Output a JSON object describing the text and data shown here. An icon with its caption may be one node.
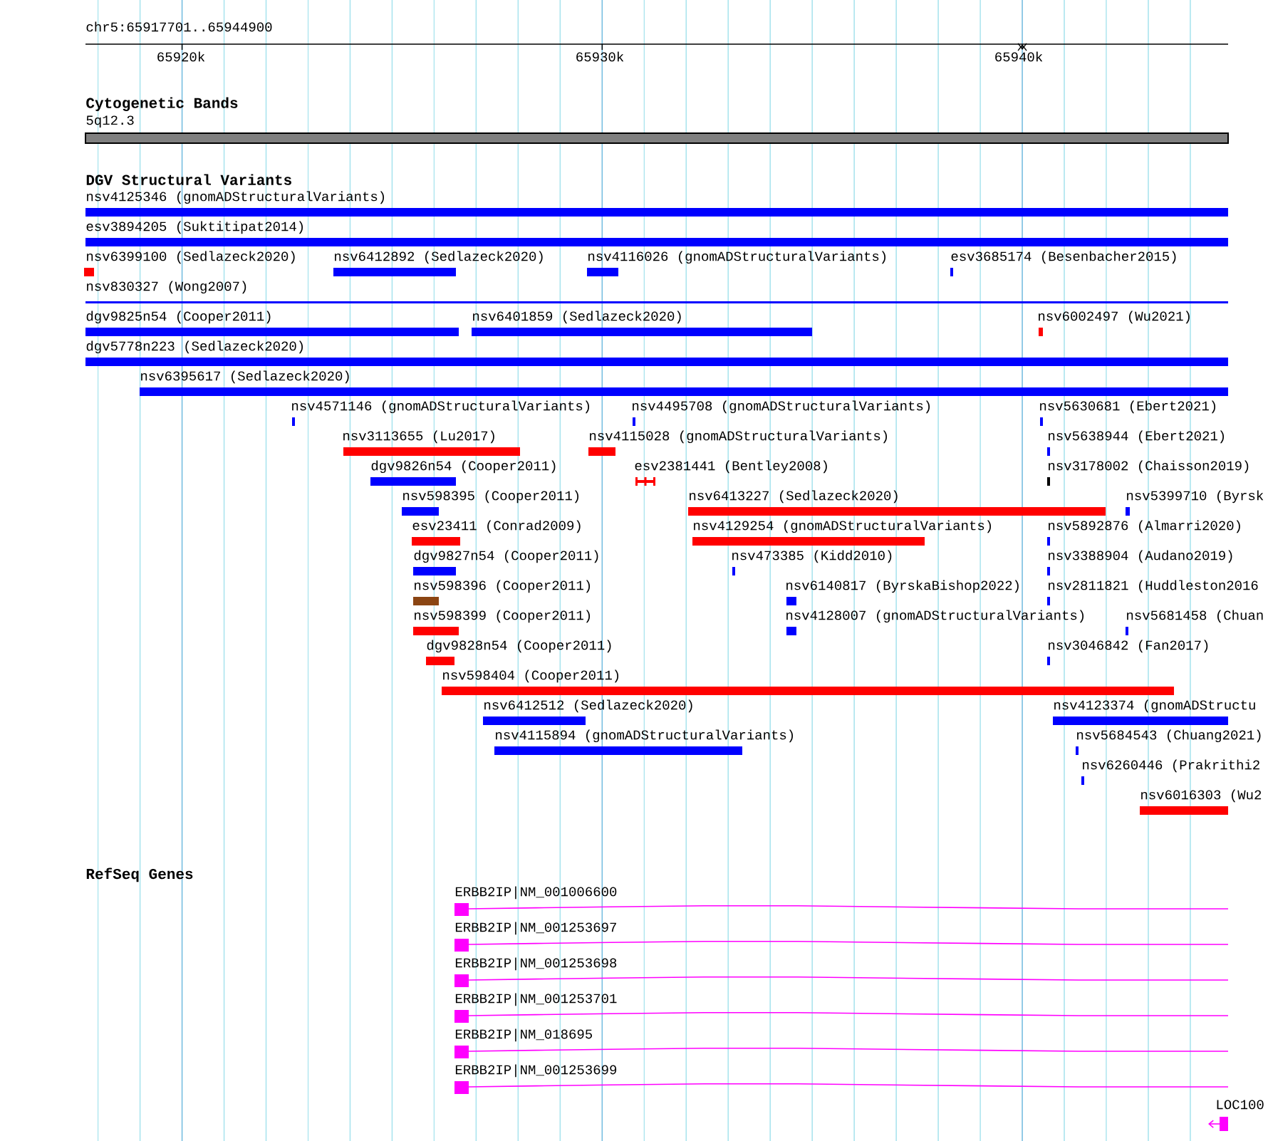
{
  "diagram": {
    "labels": [
      "chr5:65917701..65944900",
      "65920k",
      "65930k",
      "65940k",
      "Cytogenetic Bands",
      "5q12.3",
      "DGV Structural Variants",
      "nsv4125346 (gnomADStructuralVariants)",
      "esv3894205 (Suktitipat2014)",
      "nsv6399100 (Sedlazeck2020)",
      "nsv6412892 (Sedlazeck2020)",
      "nsv4116026 (gnomADStructuralVariants)",
      "esv3685174 (Besenbacher2015)",
      "nsv830327 (Wong2007)",
      "dgv9825n54 (Cooper2011)",
      "nsv6401859 (Sedlazeck2020)",
      "nsv6002497 (Wu2021)",
      "dgv5778n223 (Sedlazeck2020)",
      "nsv6395617 (Sedlazeck2020)",
      "nsv4571146 (gnomADStructuralVariants)",
      "nsv4495708 (gnomADStructuralVariants)",
      "nsv5630681 (Ebert2021)",
      "nsv3113655 (Lu2017)",
      "nsv4115028 (gnomADStructuralVariants)",
      "nsv5638944 (Ebert2021)",
      "dgv9826n54 (Cooper2011)",
      "esv2381441 (Bentley2008)",
      "nsv3178002 (Chaisson2019)",
      "nsv598395 (Cooper2011)",
      "nsv6413227 (Sedlazeck2020)",
      "nsv5399710 (Byrsk",
      "esv23411 (Conrad2009)",
      "nsv4129254 (gnomADStructuralVariants)",
      "nsv5892876 (Almarri2020)",
      "dgv9827n54 (Cooper2011)",
      "nsv473385 (Kidd2010)",
      "nsv3388904 (Audano2019)",
      "nsv598396 (Cooper2011)",
      "nsv6140817 (ByrskaBishop2022)",
      "nsv2811821 (Huddleston2016",
      "nsv598399 (Cooper2011)",
      "nsv4128007 (gnomADStructuralVariants)",
      "nsv5681458 (Chuan",
      "dgv9828n54 (Cooper2011)",
      "nsv3046842 (Fan2017)",
      "nsv598404 (Cooper2011)",
      "nsv6412512 (Sedlazeck2020)",
      "nsv4123374 (gnomADStructu",
      "nsv4115894 (gnomADStructuralVariants)",
      "nsv5684543 (Chuang2021)",
      "nsv6260446 (Prakrithi2",
      "nsv6016303 (Wu2",
      "RefSeq Genes",
      "ERBB2IP|NM_001006600",
      "ERBB2IP|NM_001253697",
      "ERBB2IP|NM_001253698",
      "ERBB2IP|NM_001253701",
      "ERBB2IP|NM_018695",
      "ERBB2IP|NM_001253699",
      "LOC100"
    ]
  }
}
